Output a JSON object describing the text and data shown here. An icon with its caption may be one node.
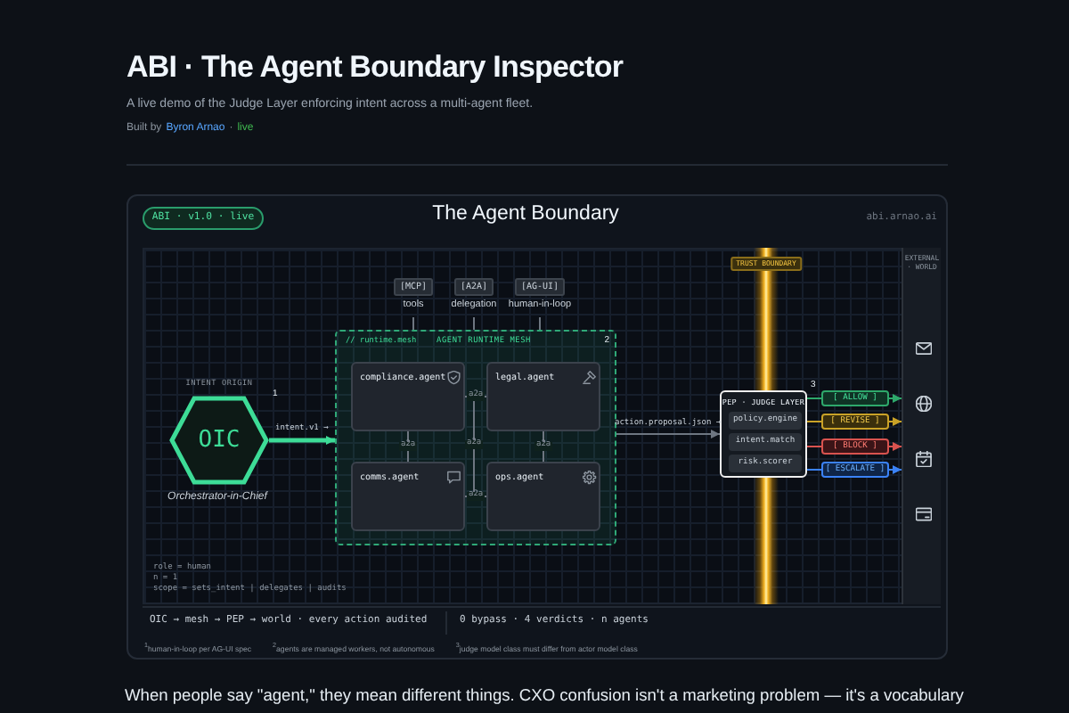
{
  "diagram": {
    "title": "ABI · The Agent Boundary Inspector",
    "nodes": [
      {
        "text": [
          "OIC"
        ],
        "beside": [
          "INTENT ORIGIN",
          "1",
          "Orchestrator-in-Chief"
        ]
      },
      {
        "text": [
          "// runtime.mesh",
          "AGENT RUNTIME MESH",
          "2"
        ]
      },
      {
        "text": [
          "compliance.agent"
        ],
        "in": 1
      },
      {
        "text": [
          "legal.agent"
        ],
        "in": 1
      },
      {
        "text": [
          "comms.agent"
        ],
        "in": 1
      },
      {
        "text": [
          "ops.agent"
        ],
        "in": 1
      },
      {
        "text": [
          "[MCP]",
          "tools"
        ]
      },
      {
        "text": [
          "[A2A]",
          "delegation"
        ]
      },
      {
        "text": [
          "[AG-UI]",
          "human-in-loop"
        ]
      },
      {
        "text": [
          "PEP · JUDGE LAYER"
        ],
        "beside": [
          "3"
        ]
      },
      {
        "text": [
          "policy.engine"
        ],
        "in": 9
      },
      {
        "text": [
          "intent.match"
        ],
        "in": 9
      },
      {
        "text": [
          "risk.scorer"
        ],
        "in": 9
      },
      {
        "text": [
          "[ ALLOW ]"
        ]
      },
      {
        "text": [
          "[ REVISE ]"
        ]
      },
      {
        "text": [
          "[ BLOCK ]"
        ]
      },
      {
        "text": [
          "[ ESCALATE ]"
        ]
      },
      {
        "text": [
          "TRUST BOUNDARY"
        ]
      },
      {
        "text": [
          "EXTERNAL · WORLD"
        ]
      }
    ],
    "edges": [
      {
        "from": 0,
        "to": 1,
        "arrow": "to",
        "label": "intent.v1 →",
        "style": "thick",
        "color": "#3ddc97"
      },
      {
        "from": 6,
        "to": 1,
        "arrow": "none"
      },
      {
        "from": 7,
        "to": 1,
        "arrow": "none"
      },
      {
        "from": 8,
        "to": 1,
        "arrow": "none"
      },
      {
        "from": 2,
        "to": 3,
        "arrow": "none",
        "label": "a2a"
      },
      {
        "from": 2,
        "to": 4,
        "arrow": "none",
        "label": "a2a"
      },
      {
        "from": 3,
        "to": 5,
        "arrow": "none",
        "label": "a2a"
      },
      {
        "from": 4,
        "to": 5,
        "arrow": "none",
        "label": "a2a"
      },
      {
        "from": 1,
        "to": 9,
        "arrow": "to",
        "label": "action.proposal.json →"
      },
      {
        "from": 9,
        "to": 13,
        "arrow": "none",
        "color": "#2ea86b"
      },
      {
        "from": 13,
        "to": 18,
        "arrow": "to",
        "color": "#2ea86b"
      },
      {
        "from": 9,
        "to": 14,
        "arrow": "none",
        "color": "#c9a227"
      },
      {
        "from": 14,
        "to": 18,
        "arrow": "to",
        "color": "#c9a227"
      },
      {
        "from": 9,
        "to": 15,
        "arrow": "none",
        "color": "#d9534f"
      },
      {
        "from": 15,
        "to": 18,
        "arrow": "to",
        "color": "#d9534f"
      },
      {
        "from": 9,
        "to": 16,
        "arrow": "none",
        "color": "#3b82f6"
      },
      {
        "from": 16,
        "to": 18,
        "arrow": "to",
        "color": "#3b82f6"
      }
    ],
    "labels": [
      "A live demo of the Judge Layer enforcing intent across a multi-agent fleet.",
      "Built by",
      "Byron Arnao",
      "·",
      "live",
      "ABI · v1.0 · live",
      "The Agent Boundary",
      "abi.arnao.ai",
      "a2a",
      "role = human",
      "n = 1",
      "scope = sets_intent | delegates | audits",
      "OIC → mesh → PEP → world · every action audited",
      "0 bypass · 4 verdicts · n agents",
      "$^{1}$human-in-loop per AG-UI spec",
      "$^{2}$agents are managed workers, not autonomous",
      "$^{3}$judge model class must differ from actor model class",
      "When people say \"agent,\" they mean different things. CXO confusion isn't a marketing problem — it's a vocabulary"
    ]
  }
}
